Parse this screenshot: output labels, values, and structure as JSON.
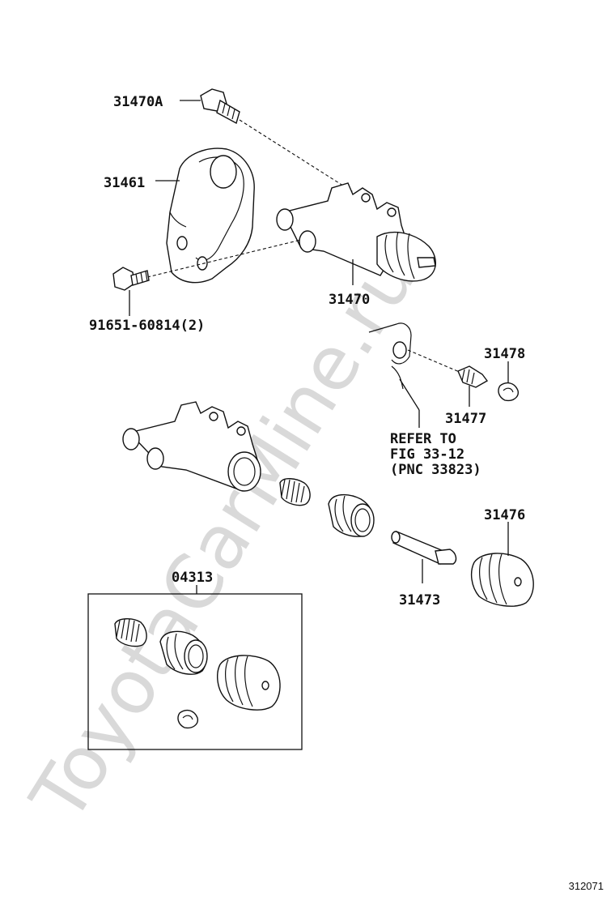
{
  "watermark": "ToyotaCarMine.ru",
  "figure_number": "312071",
  "labels": {
    "retaining_bolt": "31470A",
    "bracket": "31461",
    "release_cylinder": "31470",
    "mounting_bolt": "91651-60814(2)",
    "bleeder_cap": "31478",
    "bleeder_plug": "31477",
    "reference_line1": "REFER TO",
    "reference_line2": "FIG 33-12",
    "reference_line3": "(PNC 33823)",
    "boot": "31476",
    "push_rod": "31473",
    "repair_kit": "04313"
  }
}
